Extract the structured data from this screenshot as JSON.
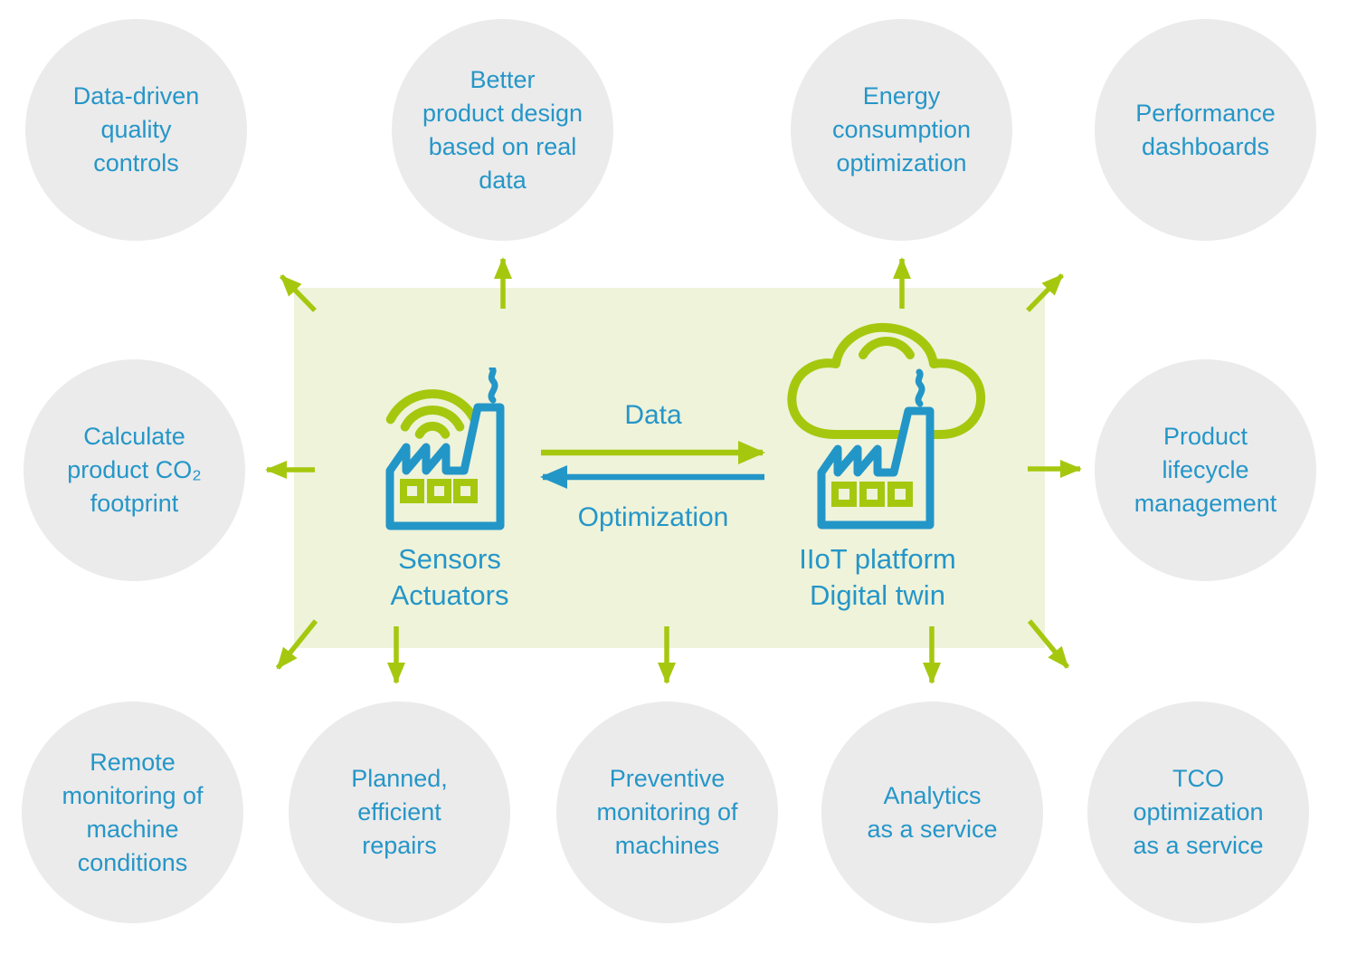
{
  "palette": {
    "accent_green": "#a5c80f",
    "accent_blue": "#2396c8",
    "text_blue": "#2596c8",
    "panel_fill": "#eff3da",
    "bubble_fill": "#ebebeb"
  },
  "center": {
    "sensors_node": {
      "line1": "Sensors",
      "line2": "Actuators"
    },
    "platform_node": {
      "line1": "IIoT platform",
      "line2": "Digital twin"
    },
    "data_arrow_label": "Data",
    "optimization_arrow_label": "Optimization"
  },
  "benefits": [
    {
      "id": "data-driven-quality-controls",
      "lines": [
        "Data-driven",
        "quality",
        "controls"
      ]
    },
    {
      "id": "better-product-design",
      "lines": [
        "Better",
        "product design",
        "based on real",
        "data"
      ]
    },
    {
      "id": "energy-consumption-optimization",
      "lines": [
        "Energy",
        "consumption",
        "optimization"
      ]
    },
    {
      "id": "performance-dashboards",
      "lines": [
        "Performance",
        "dashboards"
      ]
    },
    {
      "id": "calculate-product-co2-footprint",
      "lines": [
        "Calculate",
        "product CO₂",
        "footprint"
      ]
    },
    {
      "id": "product-lifecycle-management",
      "lines": [
        "Product",
        "lifecycle",
        "management"
      ]
    },
    {
      "id": "remote-monitoring-of-machine-conditions",
      "lines": [
        "Remote",
        "monitoring of",
        "machine",
        "conditions"
      ]
    },
    {
      "id": "planned-efficient-repairs",
      "lines": [
        "Planned,",
        "efficient",
        "repairs"
      ]
    },
    {
      "id": "preventive-monitoring-of-machines",
      "lines": [
        "Preventive",
        "monitoring of",
        "machines"
      ]
    },
    {
      "id": "analytics-as-a-service",
      "lines": [
        "Analytics",
        "as a service"
      ]
    },
    {
      "id": "tco-optimization-as-a-service",
      "lines": [
        "TCO",
        "optimization",
        "as a service"
      ]
    }
  ]
}
